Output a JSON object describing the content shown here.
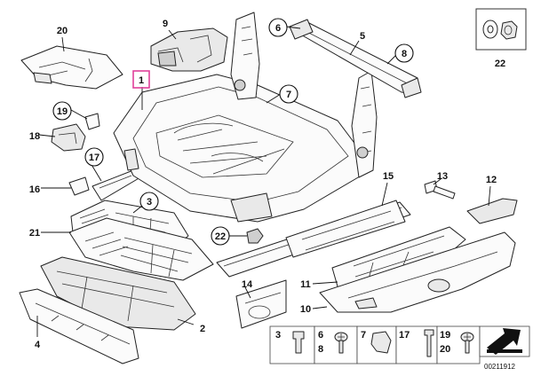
{
  "diagram": {
    "highlight_color": "#e0409a",
    "callouts": {
      "c1": "1",
      "c2": "2",
      "c3": "3",
      "c4": "4",
      "c5": "5",
      "c6": "6",
      "c7": "7",
      "c8": "8",
      "c9": "9",
      "c10": "10",
      "c11": "11",
      "c12": "12",
      "c13": "13",
      "c14": "14",
      "c15": "15",
      "c16": "16",
      "c17": "17",
      "c18": "18",
      "c19": "19",
      "c20": "20",
      "c21": "21",
      "c22a": "22",
      "c22b": "22"
    },
    "legend": {
      "t3": "3",
      "t6": "6",
      "t8": "8",
      "t7": "7",
      "t17": "17",
      "t19": "19",
      "t20": "20"
    },
    "doc_number": "00211912"
  }
}
